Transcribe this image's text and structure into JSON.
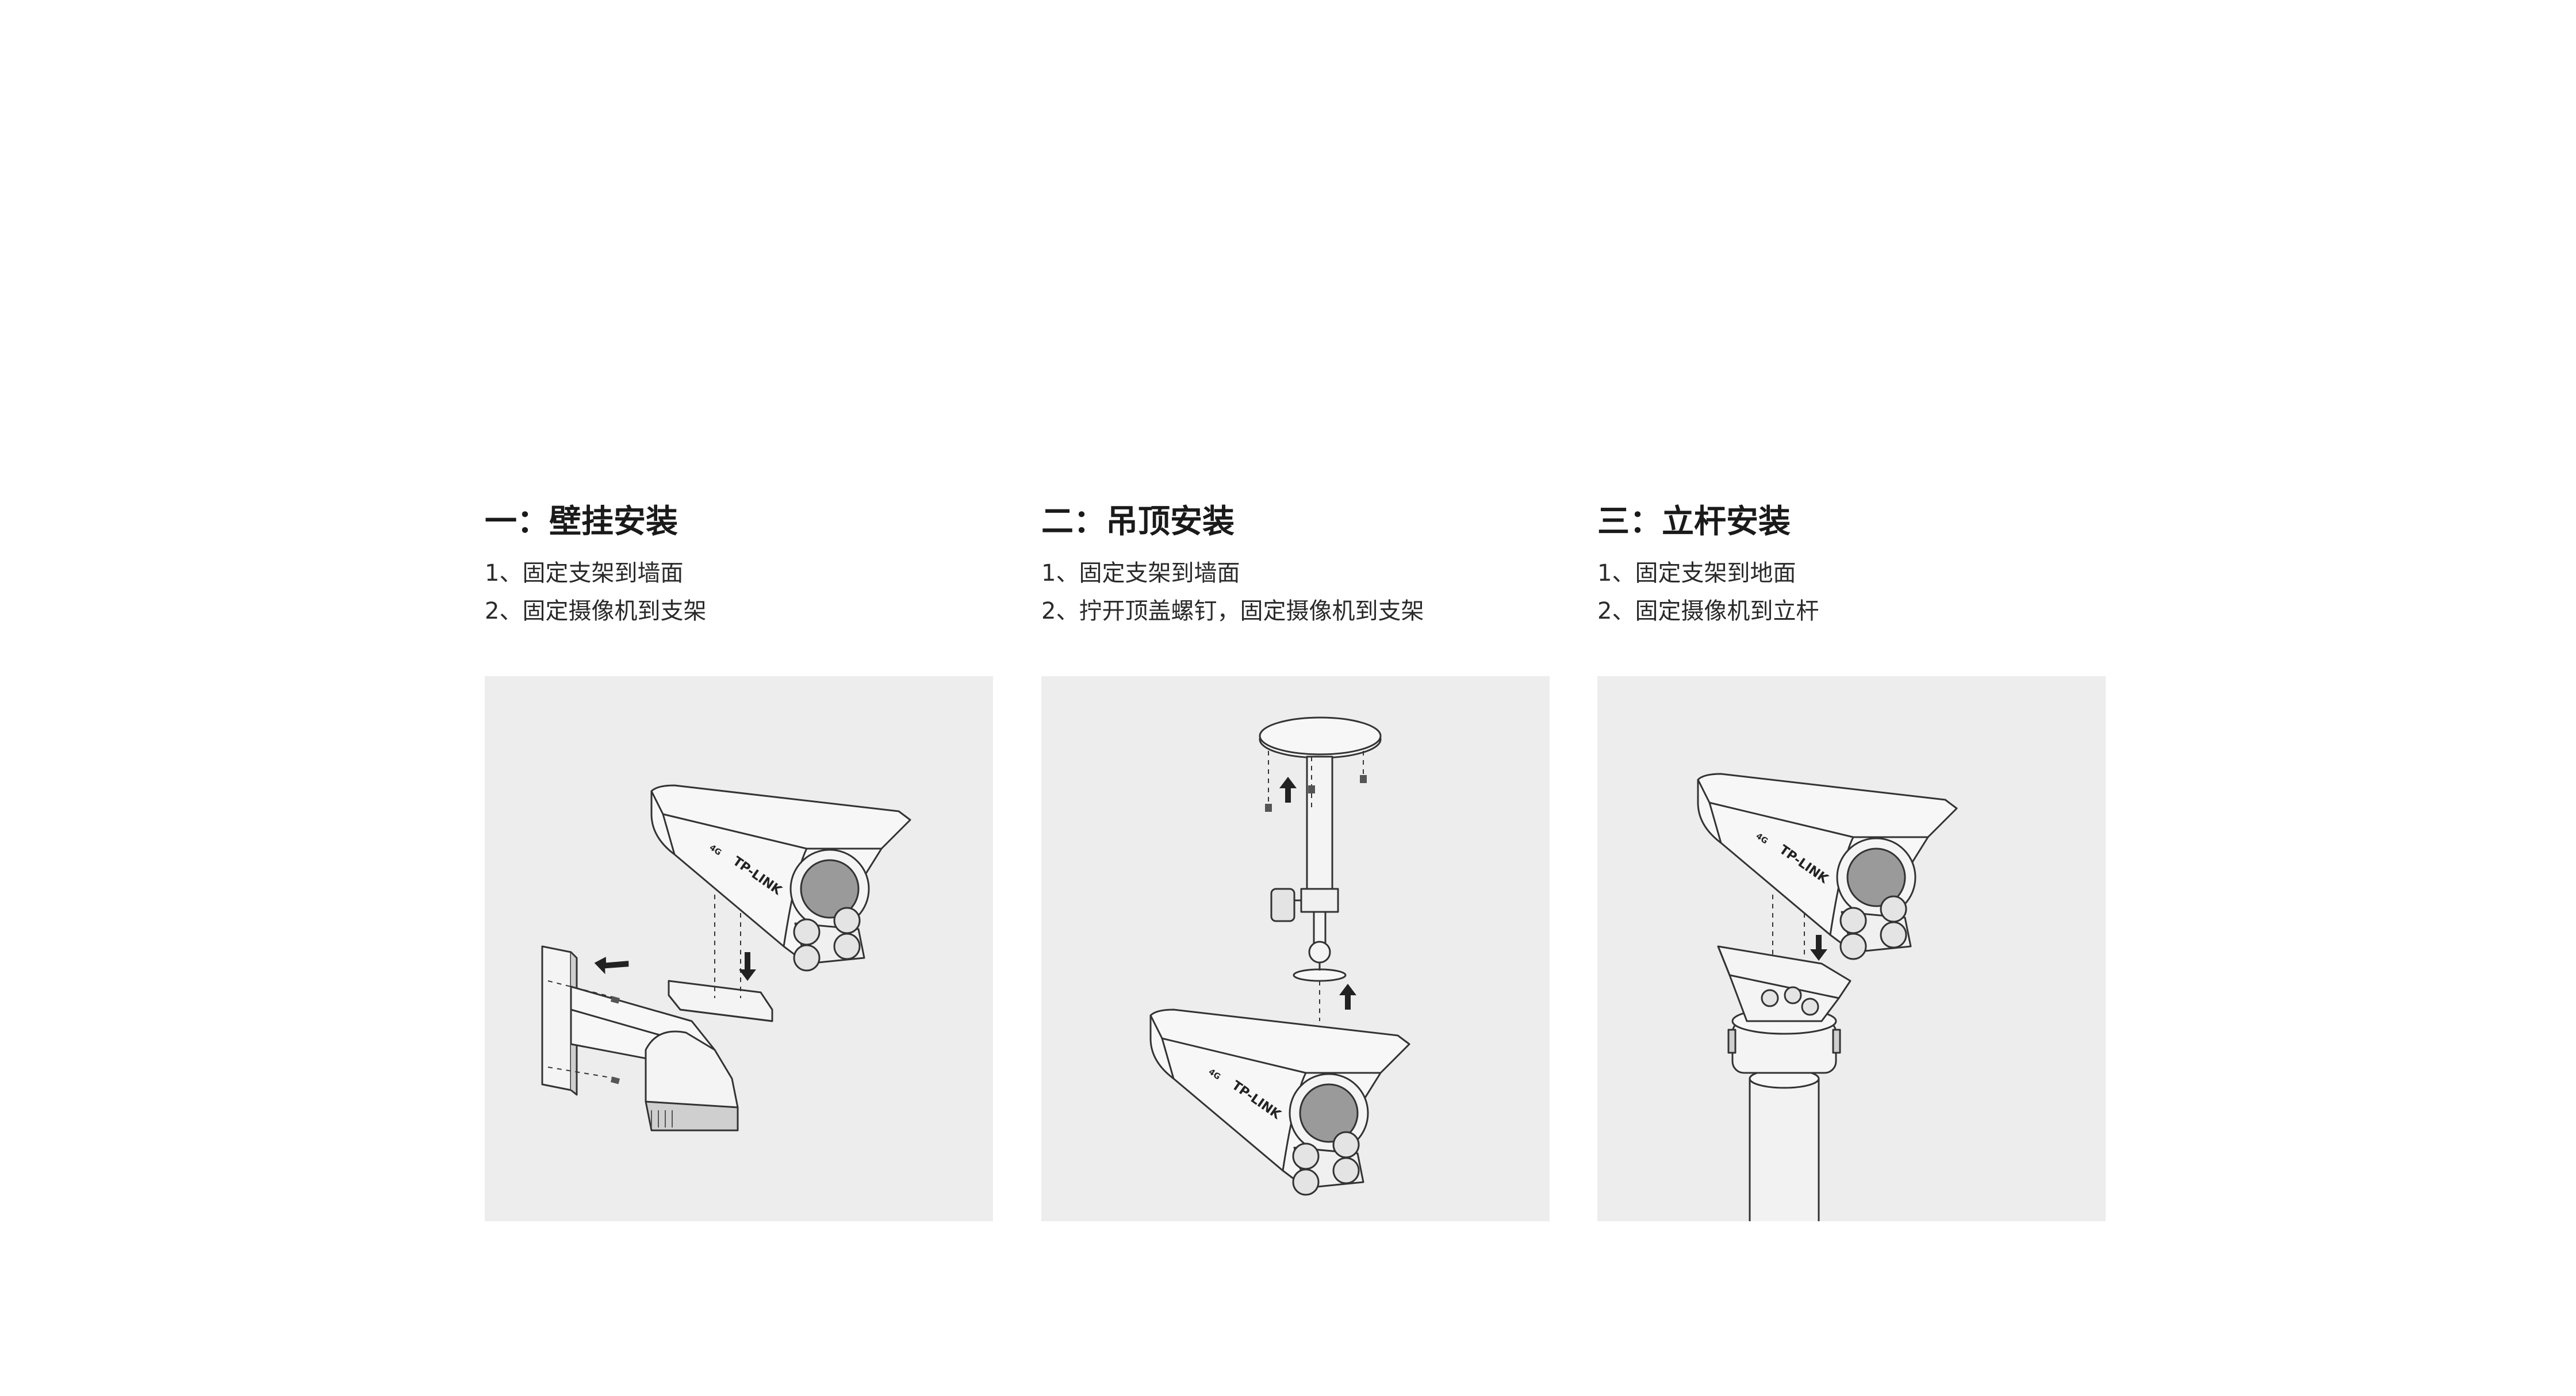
{
  "sections": [
    {
      "title": "一：壁挂安装",
      "steps": [
        "1、固定支架到墙面",
        "2、固定摄像机到支架"
      ]
    },
    {
      "title": "二：吊顶安装",
      "steps": [
        "1、固定支架到墙面",
        "2、拧开顶盖螺钉，固定摄像机到支架"
      ]
    },
    {
      "title": "三：立杆安装",
      "steps": [
        "1、固定支架到地面",
        "2、固定摄像机到立杆"
      ]
    }
  ],
  "camera": {
    "brand_label": "TP-LINK",
    "network_label": "4G"
  },
  "colors": {
    "panel_bg": "#ededed",
    "line": "#333333",
    "body_fill": "#f7f7f7",
    "shade_fill": "#cfcfcf"
  },
  "icons": [
    "arrow-icon",
    "screw-icon"
  ]
}
